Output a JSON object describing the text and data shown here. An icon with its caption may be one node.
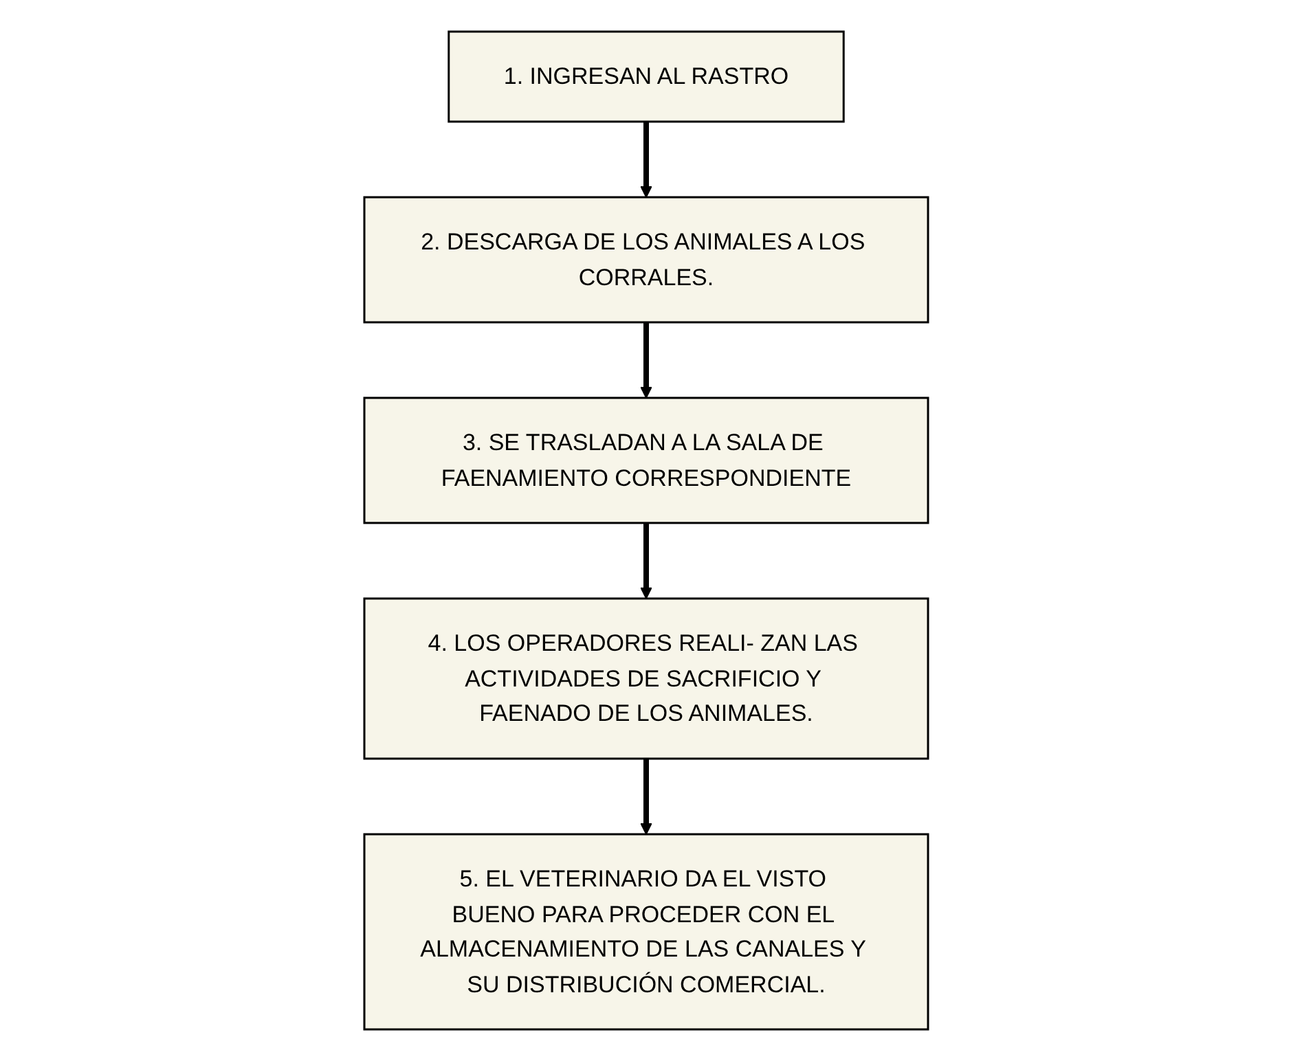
{
  "diagram": {
    "nodes": [
      {
        "text": [
          "1. INGRESAN AL RASTRO"
        ]
      },
      {
        "text": [
          "2. DESCARGA DE LOS ANIMALES A LOS CORRALES."
        ]
      },
      {
        "text": [
          "3. SE TRASLADAN A LA SALA DE FAENAMIENTO CORRESPONDIENTE"
        ]
      },
      {
        "text": [
          "4. LOS OPERADORES REALI- ZAN LAS ACTIVIDADES DE SACRIFICIO Y FAENADO DE LOS ANIMALES."
        ]
      },
      {
        "text": [
          "5. EL VETERINARIO DA EL VISTO BUENO PARA PROCEDER CON EL ALMACENAMIENTO DE LAS CANALES Y SU DISTRIBUCIÓN COMERCIAL."
        ]
      }
    ],
    "edges": [
      {
        "from": 0,
        "to": 1,
        "arrow": "to"
      },
      {
        "from": 1,
        "to": 2,
        "arrow": "to"
      },
      {
        "from": 2,
        "to": 3,
        "arrow": "to"
      },
      {
        "from": 3,
        "to": 4,
        "arrow": "to"
      }
    ]
  }
}
